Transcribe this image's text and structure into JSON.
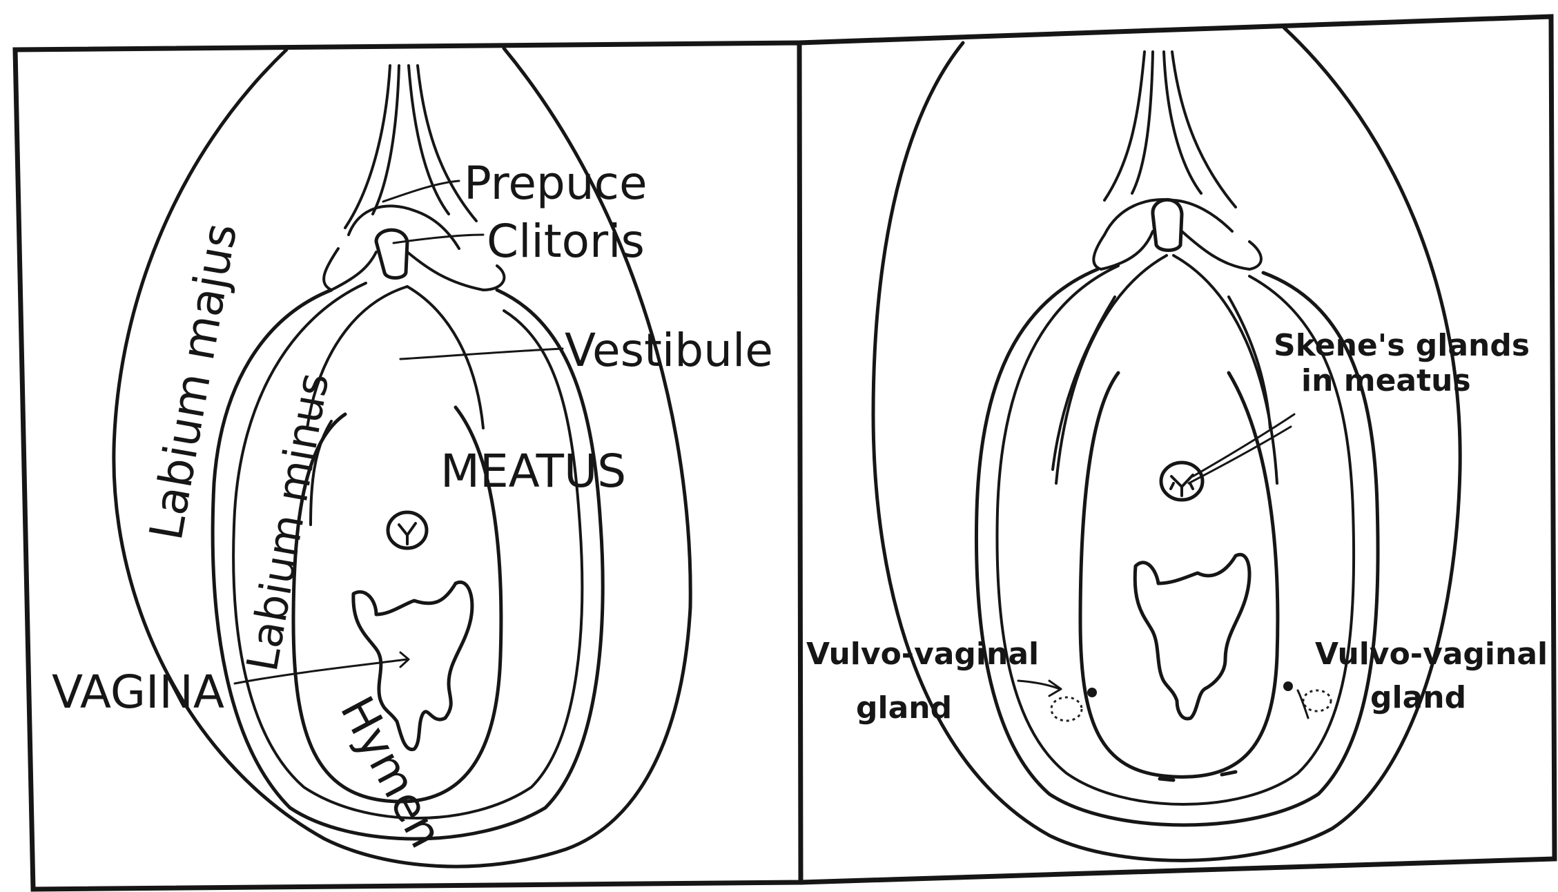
{
  "left_panel": {
    "labels": {
      "prepuce": "Prepuce",
      "clitoris": "Clitoris",
      "vestibule": "Vestibule",
      "labium_majus": "Labium majus",
      "labium_minus": "Labium minus",
      "meatus": "MEATUS",
      "vagina": "VAGINA",
      "hymen": "Hymen"
    }
  },
  "right_panel": {
    "labels": {
      "skenes_line1": "Skene's glands",
      "skenes_line2": "in meatus",
      "vv_left_line1": "Vulvo-vaginal",
      "vv_left_line2": "gland",
      "vv_right_line1": "Vulvo-vaginal",
      "vv_right_line2": "gland"
    }
  },
  "colors": {
    "ink": "#161616",
    "paper": "#ffffff"
  }
}
